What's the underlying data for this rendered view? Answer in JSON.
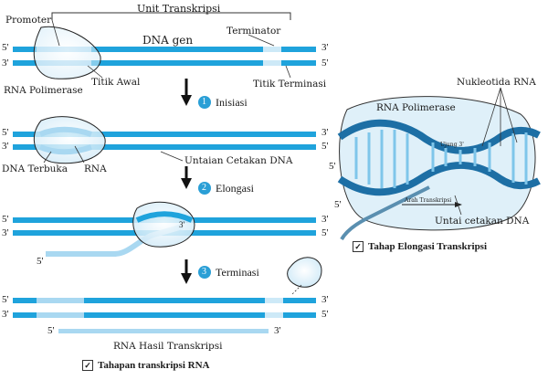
{
  "labels": {
    "unit_transkripsi": "Unit Transkripsi",
    "promoter": "Promoter",
    "dna_gen": "DNA gen",
    "terminator": "Terminator",
    "rna_polimerase": "RNA Polimerase",
    "titik_awal": "Titik Awal",
    "titik_terminasi": "Titik Terminasi",
    "untaian_cetakan": "Untaian Cetakan DNA",
    "dna_terbuka": "DNA Terbuka",
    "rna": "RNA",
    "rna_hasil": "RNA Hasil Transkripsi"
  },
  "steps": [
    {
      "num": "1",
      "label": "Inisiasi"
    },
    {
      "num": "2",
      "label": "Elongasi"
    },
    {
      "num": "3",
      "label": "Terminasi"
    }
  ],
  "ends": {
    "five": "5'",
    "three": "3'"
  },
  "inset": {
    "nukleotida": "Nukleotida RNA",
    "rna_polimerase": "RNA Polimerase",
    "untai_cetakan": "Untai cetakan DNA",
    "ujung": "Ujung 3'",
    "arah": "Arah Transkripsi",
    "five": "5'"
  },
  "captions": {
    "left": "Tahapan transkripsi RNA",
    "right": "Tahap Elongasi Transkripsi"
  },
  "colors": {
    "strand": "#1fa3dc",
    "strand_light": "#a9d8f1",
    "bubble": "#e4f3fb",
    "step_badge": "#2a9fd6"
  }
}
